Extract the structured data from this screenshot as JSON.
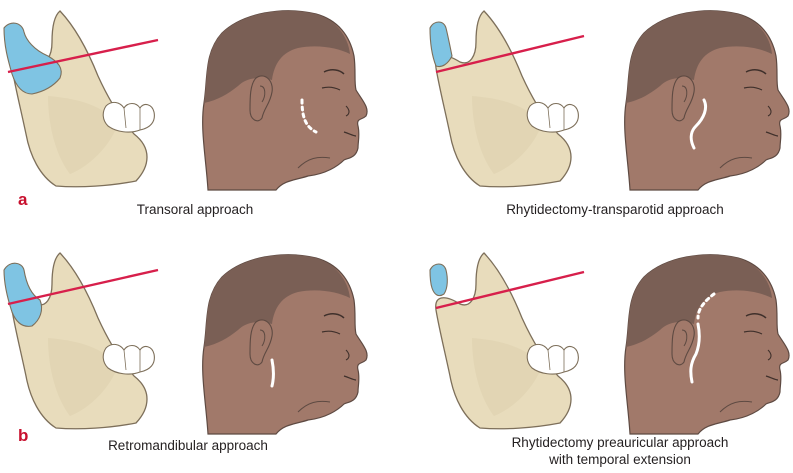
{
  "panel_letters": {
    "a": "a",
    "b": "b"
  },
  "captions": {
    "top_left": "Transoral approach",
    "top_right": "Rhytidectomy-transparotid approach",
    "bottom_left": "Retromandibular approach",
    "bottom_right_line1": "Rhytidectomy preauricular approach",
    "bottom_right_line2": "with temporal extension"
  },
  "colors": {
    "bone": "#e8dcbc",
    "bone_outline": "#7d6f5a",
    "condyle_fragment": "#7fc4e3",
    "osteotomy_line": "#d71f4b",
    "skin": "#a1796a",
    "hair": "#7a5f55",
    "incision": "#ffffff",
    "caption_text": "#231f20",
    "letter_red": "#c8102e"
  }
}
